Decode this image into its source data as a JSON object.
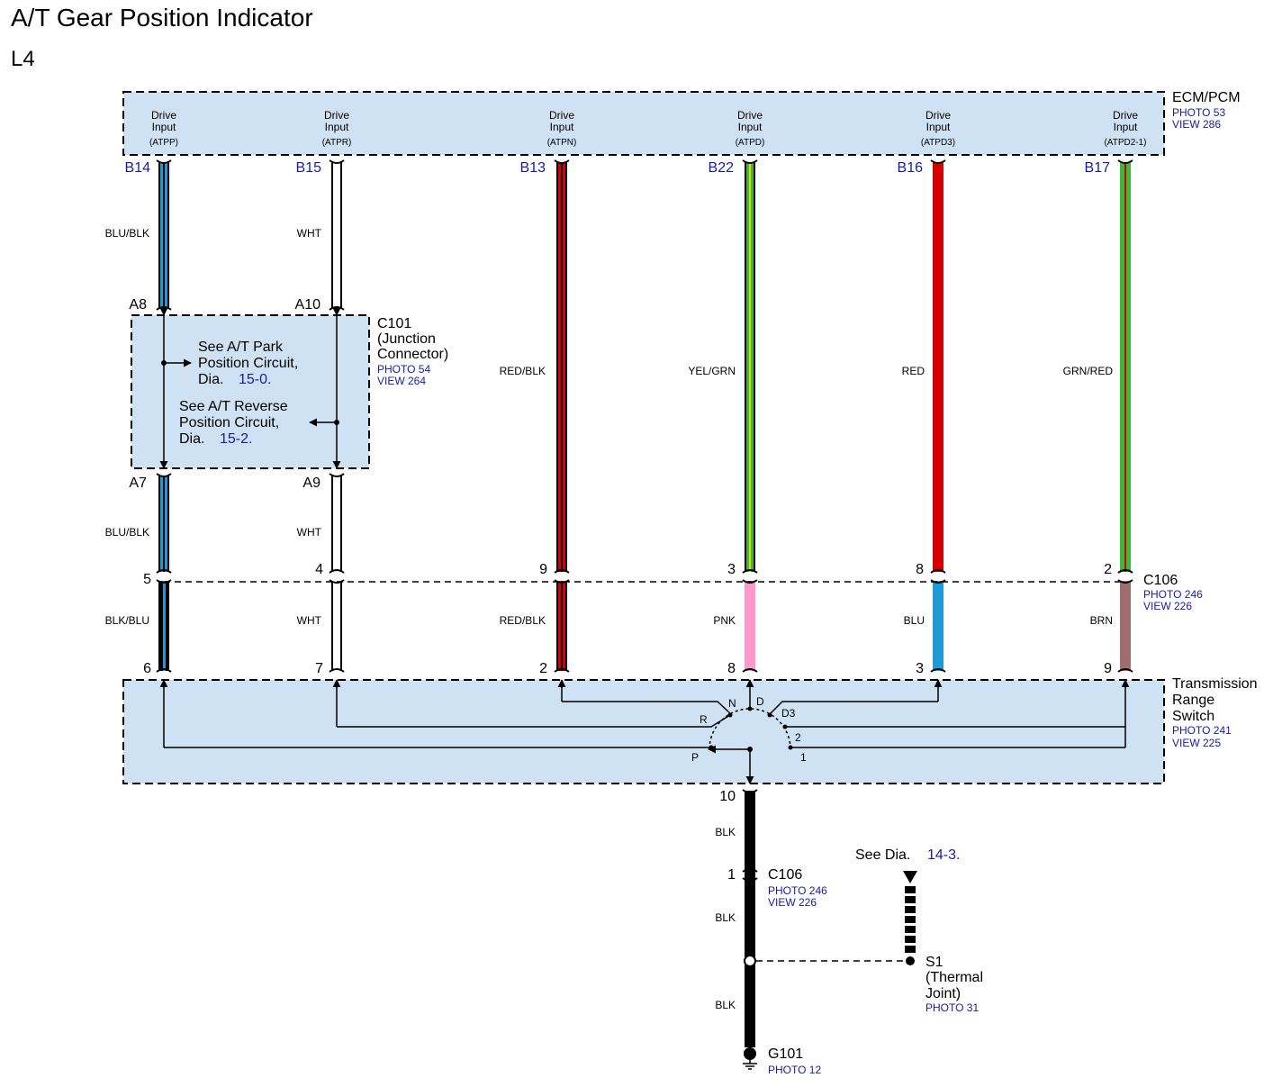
{
  "title": "A/T Gear Position Indicator",
  "subtitle": "L4",
  "ecm": {
    "name": "ECM/PCM",
    "photo": "PHOTO 53",
    "view": "VIEW 286",
    "inputs": [
      {
        "label1": "Drive",
        "label2": "Input",
        "signal": "(ATPP)",
        "pin": "B14"
      },
      {
        "label1": "Drive",
        "label2": "Input",
        "signal": "(ATPR)",
        "pin": "B15"
      },
      {
        "label1": "Drive",
        "label2": "Input",
        "signal": "(ATPN)",
        "pin": "B13"
      },
      {
        "label1": "Drive",
        "label2": "Input",
        "signal": "(ATPD)",
        "pin": "B22"
      },
      {
        "label1": "Drive",
        "label2": "Input",
        "signal": "(ATPD3)",
        "pin": "B16"
      },
      {
        "label1": "Drive",
        "label2": "Input",
        "signal": "(ATPD2-1)",
        "pin": "B17"
      }
    ]
  },
  "wires_upper": [
    "BLU/BLK",
    "WHT",
    "RED/BLK",
    "YEL/GRN",
    "RED",
    "GRN/RED"
  ],
  "wires_mid": [
    "BLU/BLK",
    "WHT"
  ],
  "wires_lower": [
    "BLK/BLU",
    "WHT",
    "RED/BLK",
    "PNK",
    "BLU",
    "BRN"
  ],
  "junction": {
    "name": "C101",
    "desc1": "(Junction",
    "desc2": "Connector)",
    "photo": "PHOTO 54",
    "view": "VIEW 264",
    "pins_top": [
      "A8",
      "A10"
    ],
    "pins_bottom": [
      "A7",
      "A9"
    ],
    "park_note1": "See A/T Park",
    "park_note2": "Position Circuit,",
    "park_note3": "Dia.",
    "park_ref": "15-0.",
    "rev_note1": "See A/T Reverse",
    "rev_note2": "Position Circuit,",
    "rev_note3": "Dia.",
    "rev_ref": "15-2."
  },
  "c106_top": {
    "name": "C106",
    "photo": "PHOTO 246",
    "view": "VIEW 226",
    "pins_upper": [
      "5",
      "4",
      "9",
      "3",
      "8",
      "2"
    ],
    "pins_lower": [
      "6",
      "7",
      "2",
      "8",
      "3",
      "9"
    ]
  },
  "trs": {
    "name1": "Transmission",
    "name2": "Range",
    "name3": "Switch",
    "photo": "PHOTO 241",
    "view": "VIEW 225",
    "positions": [
      "P",
      "R",
      "N",
      "D",
      "D3",
      "2",
      "1"
    ],
    "ground_pin": "10"
  },
  "ground_path": {
    "wire1": "BLK",
    "c106_pin": "1",
    "c106_name": "C106",
    "c106_photo": "PHOTO 246",
    "c106_view": "VIEW 226",
    "wire2": "BLK",
    "wire3": "BLK",
    "g_name": "G101",
    "g_photo": "PHOTO 12"
  },
  "s1": {
    "see": "See Dia.",
    "ref": "14-3.",
    "name": "S1",
    "desc1": "(Thermal",
    "desc2": "Joint)",
    "photo": "PHOTO 31"
  },
  "colors": {
    "box_fill": "#cfe2f3",
    "ref_blue": "#1a1aa6",
    "blu": "#1f9ad6",
    "red": "#d40000",
    "grn": "#3cb83c",
    "yel": "#d6e000",
    "pnk": "#ff99cc",
    "brn": "#a06c6c"
  }
}
